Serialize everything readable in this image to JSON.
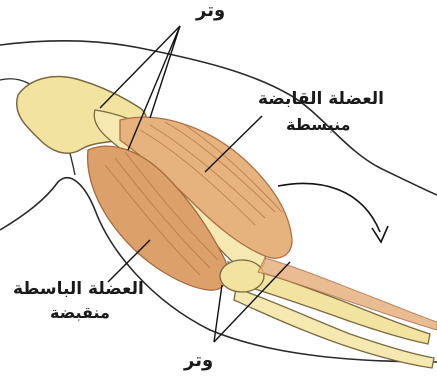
{
  "labels": {
    "tendon_top": "وتر",
    "flexor_name": "العضلة القابضة",
    "flexor_state": "منبسطة",
    "extensor_name": "العضلة الباسطة",
    "extensor_state": "منقبضة",
    "tendon_bottom": "وتر"
  },
  "colors": {
    "bone": "#f2e3a0",
    "bone_outline": "#7a6a40",
    "muscle": "#e6b27e",
    "muscle_dark": "#c9875a",
    "skin_outline": "#2a2a2a",
    "leader": "#111111"
  },
  "icons": {
    "motion_arrow": "curved-down-arrow-icon"
  }
}
